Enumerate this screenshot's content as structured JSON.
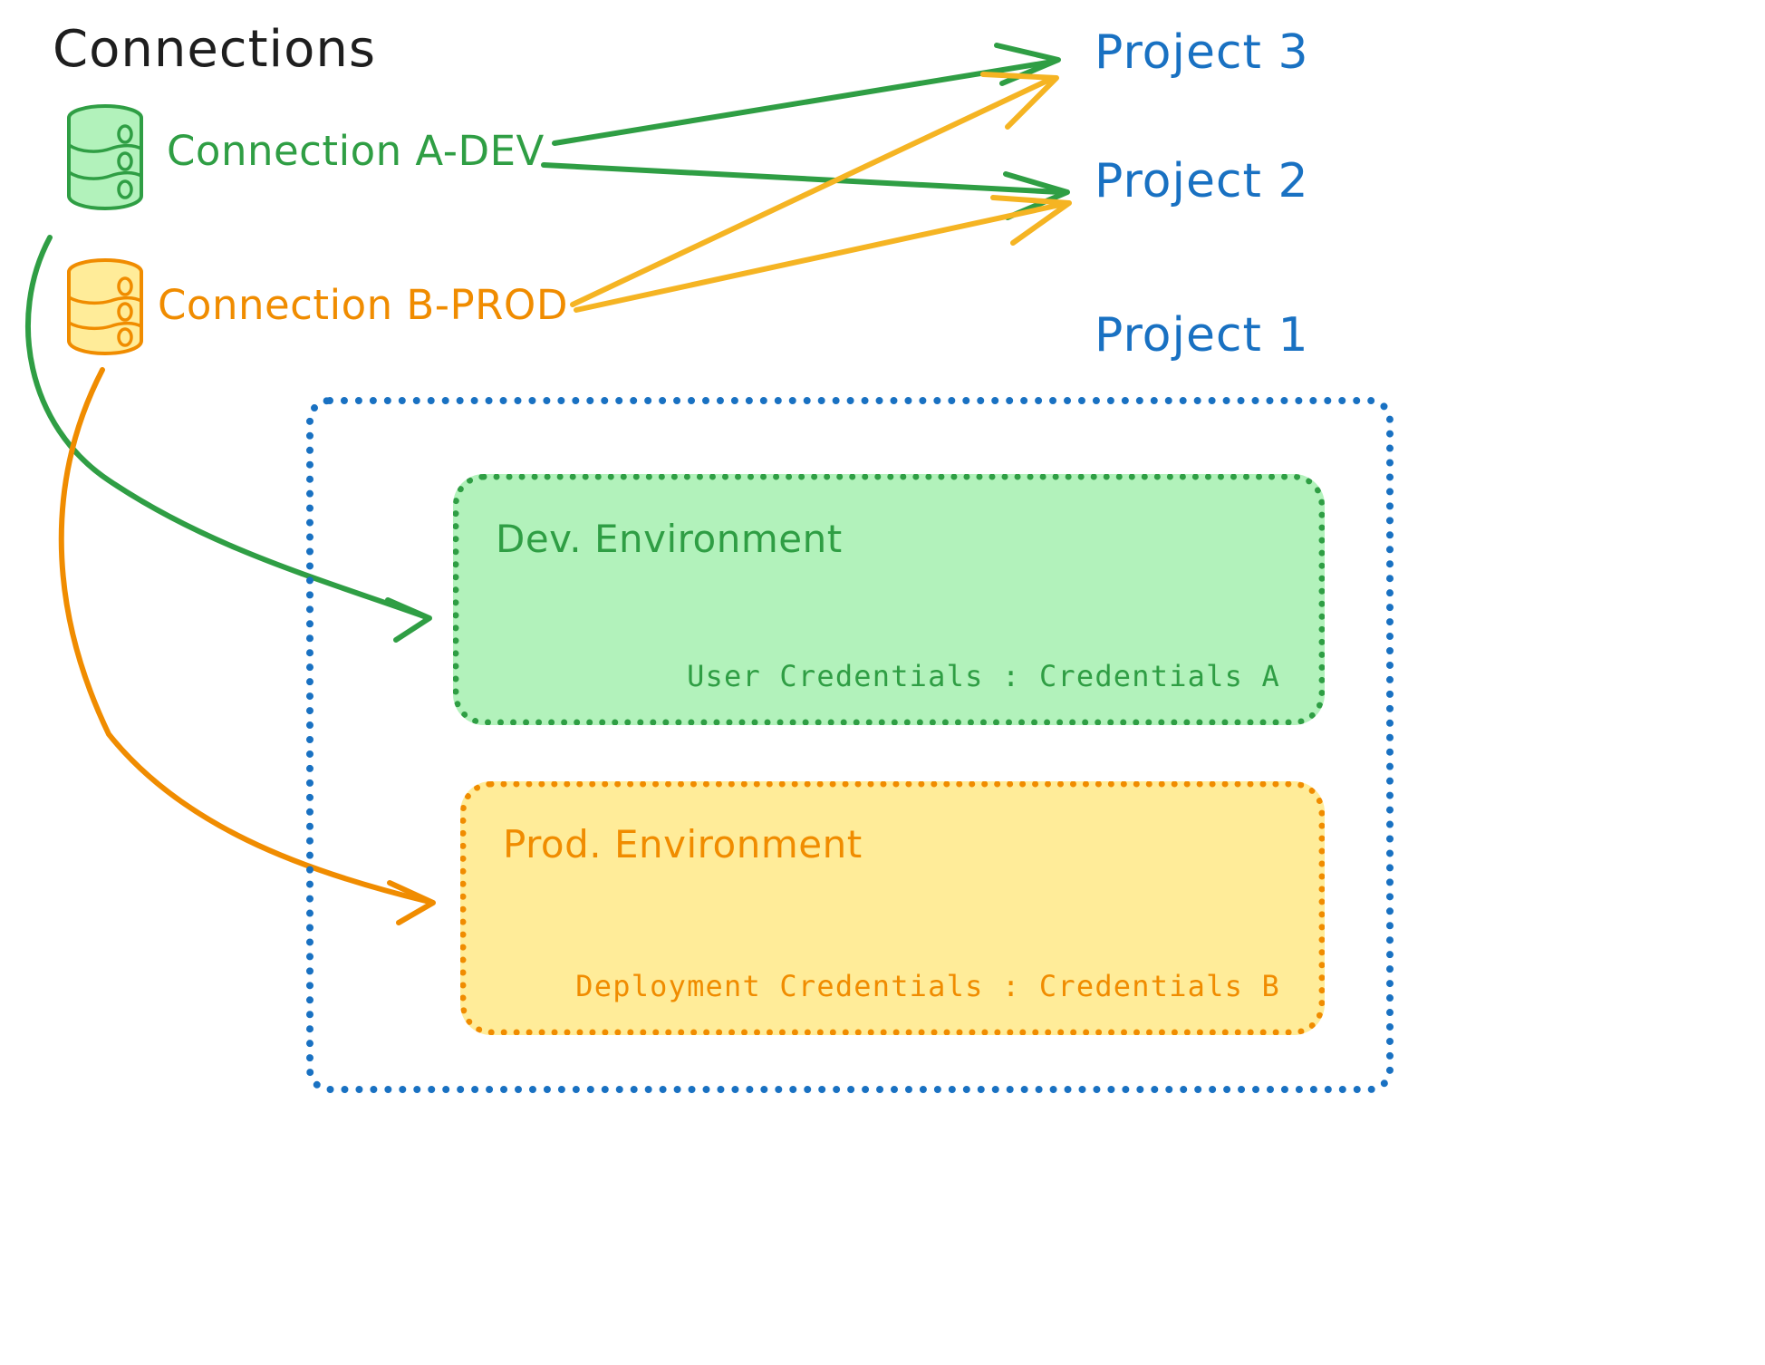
{
  "diagram": {
    "title": "Connections",
    "colors": {
      "dev_green": "#2f9e44",
      "dev_green_fill": "#b2f2bb",
      "prod_orange": "#f08c00",
      "prod_orange_fill": "#ffec99",
      "project_blue": "#1971c2",
      "title_black": "#1e1e1e",
      "background": "#ffffff"
    }
  },
  "connections": [
    {
      "id": "connection-a-dev",
      "label": "Connection A-DEV",
      "icon": "database-cylinder-icon",
      "color": "#2f9e44",
      "targets": [
        "Project 3",
        "Project 2",
        "Dev. Environment"
      ]
    },
    {
      "id": "connection-b-prod",
      "label": "Connection B-PROD",
      "icon": "database-cylinder-icon",
      "color": "#f08c00",
      "targets": [
        "Project 3",
        "Project 2",
        "Prod. Environment"
      ]
    }
  ],
  "projects": [
    {
      "id": "project-3",
      "label": "Project 3"
    },
    {
      "id": "project-2",
      "label": "Project 2"
    },
    {
      "id": "project-1",
      "label": "Project 1"
    }
  ],
  "project_1": {
    "label": "Project 1",
    "environments": [
      {
        "id": "dev-environment",
        "title": "Dev. Environment",
        "credential_label": "User Credentials",
        "credential_separator": ":",
        "credential_value": "Credentials A",
        "credential_line": "User Credentials : Credentials A",
        "color": "#2f9e44",
        "fill": "#b2f2bb"
      },
      {
        "id": "prod-environment",
        "title": "Prod. Environment",
        "credential_label": "Deployment Credentials",
        "credential_separator": ":",
        "credential_value": "Credentials B",
        "credential_line": "Deployment Credentials : Credentials B",
        "color": "#f08c00",
        "fill": "#ffec99"
      }
    ]
  }
}
